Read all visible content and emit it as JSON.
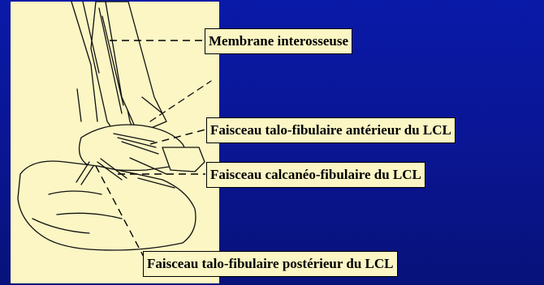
{
  "labels": {
    "membrane": "Membrane interosseuse",
    "talo_fibulaire_anterieur": "Faisceau talo-fibulaire antérieur du LCL",
    "calcaneo_fibulaire": "Faisceau calcanéo-fibulaire du LCL",
    "talo_fibulaire_posterieur": "Faisceau talo-fibulaire postérieur du LCL"
  },
  "colors": {
    "background": "#0a1696",
    "label_background": "#fbf6c4",
    "line": "#000000"
  }
}
